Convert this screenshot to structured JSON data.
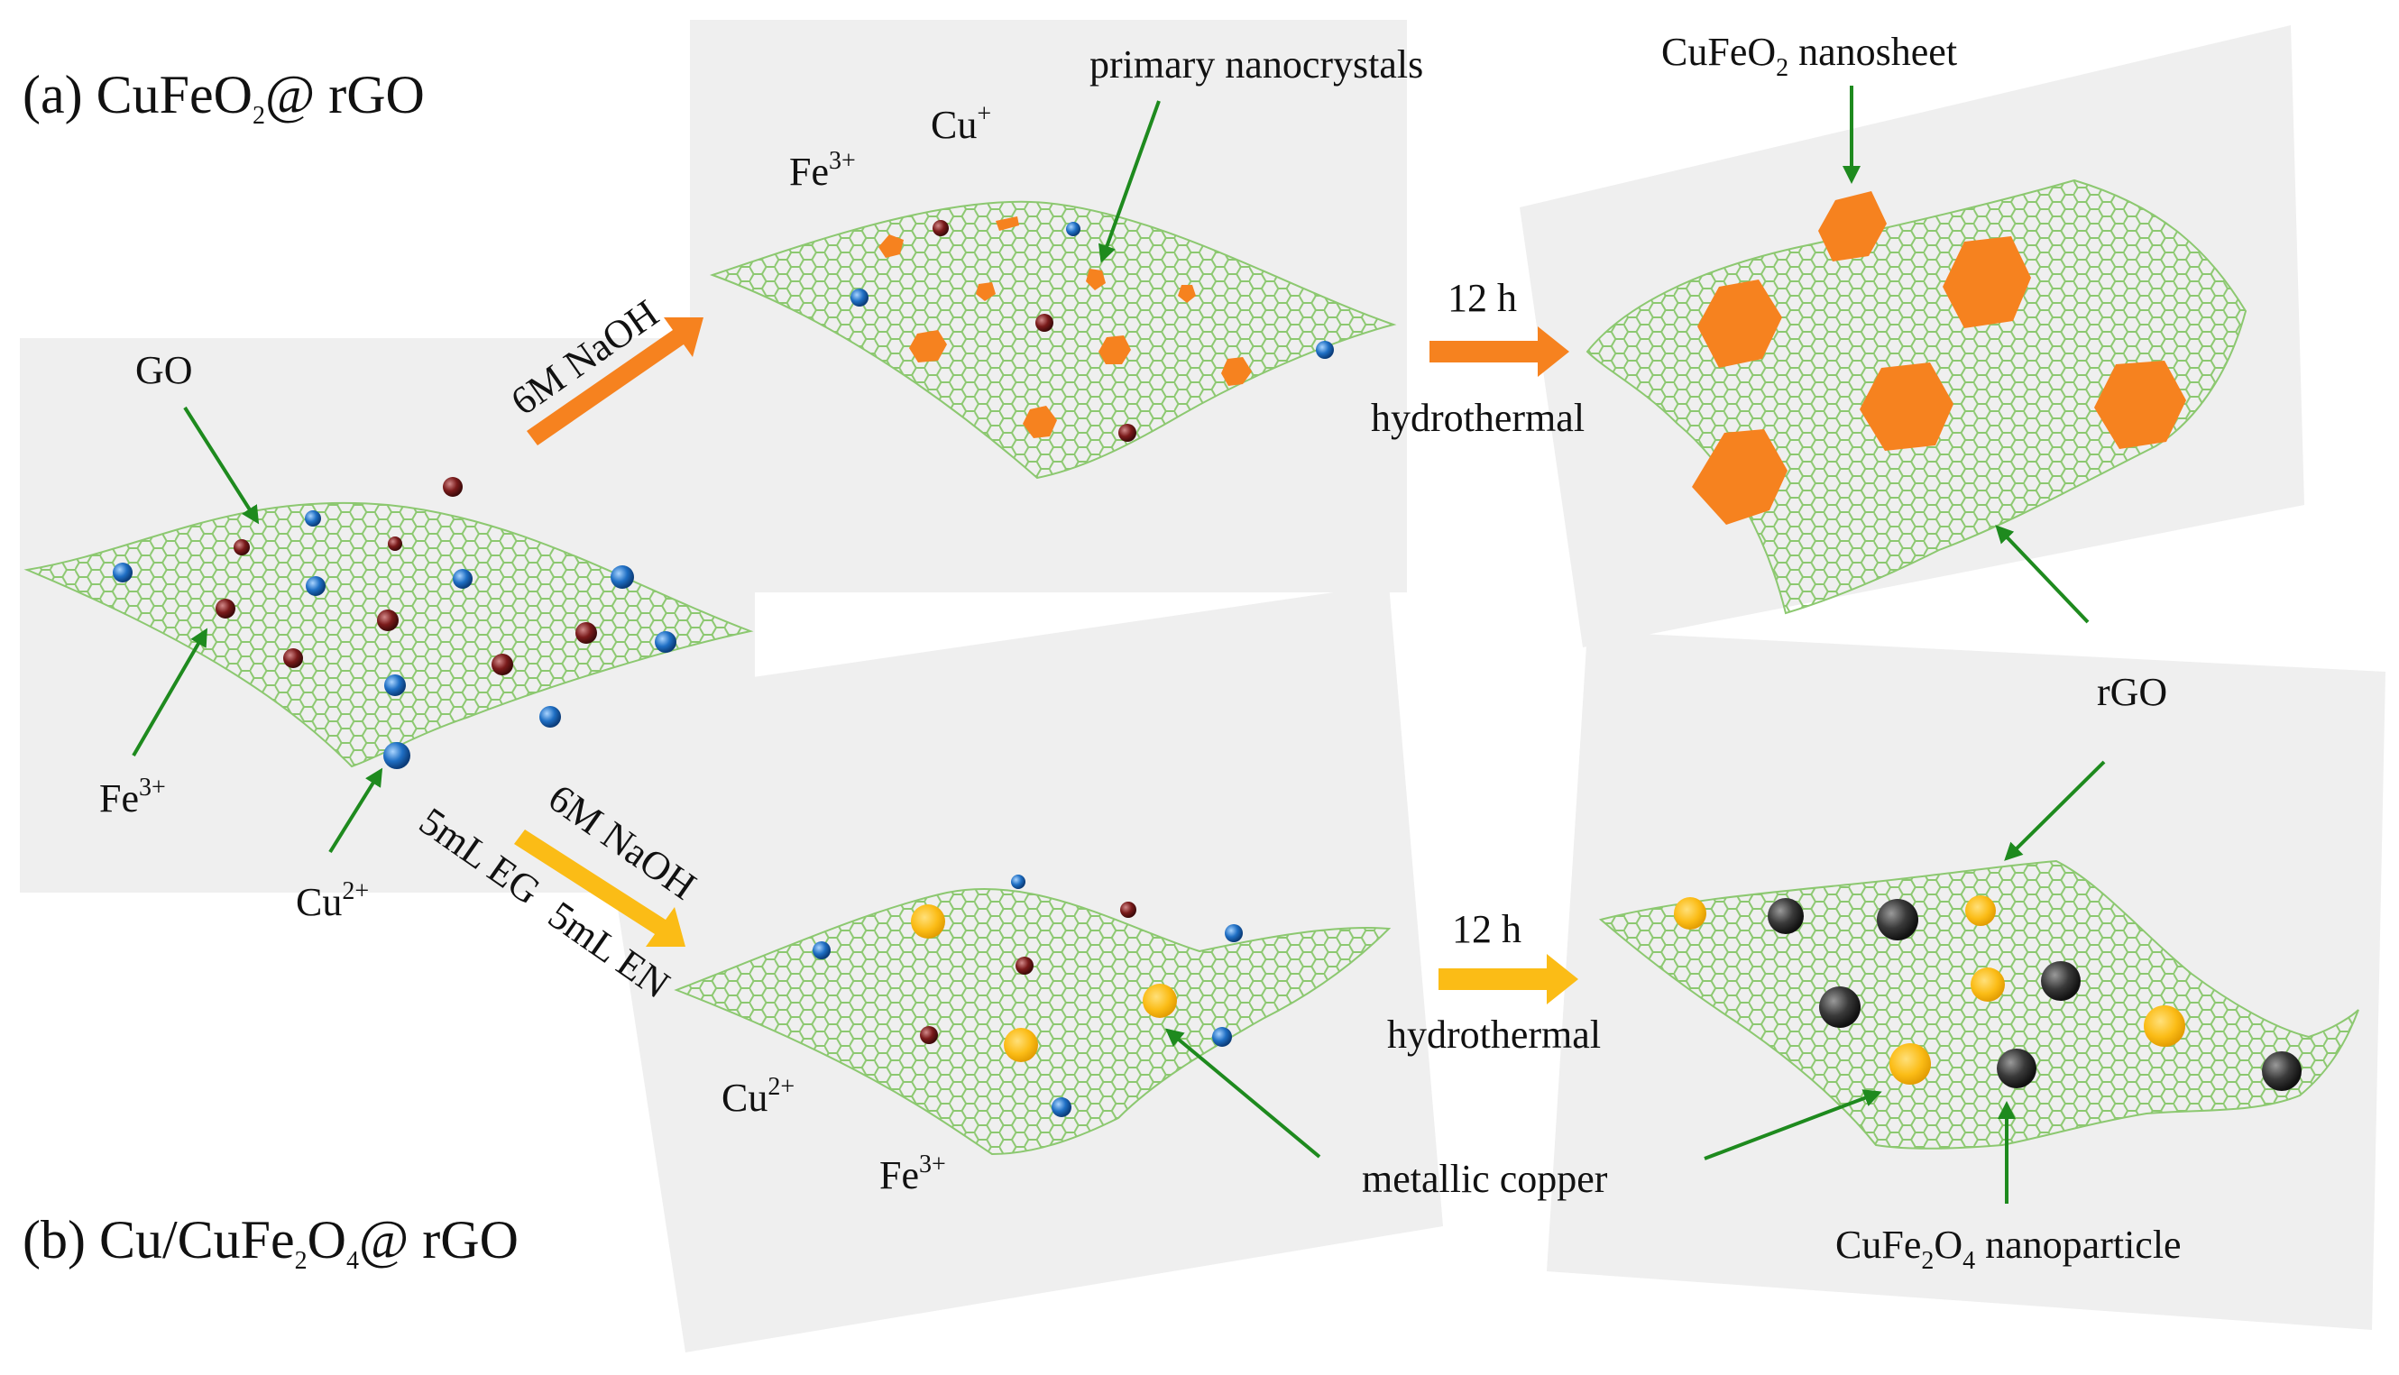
{
  "panel_a": {
    "prefix": "(a) CuFeO",
    "sub": "2",
    "suffix": "@ rGO"
  },
  "panel_b": {
    "p1": "(b) Cu/CuFe",
    "s1": "2",
    "p2": "O",
    "s2": "4",
    "p3": "@ rGO"
  },
  "labels": {
    "go": "GO",
    "fe3_left": {
      "base": "Fe",
      "sup": "3+"
    },
    "cu2_left": {
      "base": "Cu",
      "sup": "2+"
    },
    "fe3_top": {
      "base": "Fe",
      "sup": "3+"
    },
    "cu_plus_top": {
      "base": "Cu",
      "sup": "+"
    },
    "primary_nanocrystals": "primary  nanocrystals",
    "cufeo2_nanosheet": {
      "base": "CuFeO",
      "sub": "2",
      "rest": " nanosheet"
    },
    "rgo": "rGO",
    "cu2_bottom": {
      "base": "Cu",
      "sup": "2+"
    },
    "fe3_bottom": {
      "base": "Fe",
      "sup": "3+"
    },
    "metallic_copper": "metallic copper",
    "cufe2o4_nanoparticle": {
      "p1": "CuFe",
      "s1": "2",
      "p2": "O",
      "s2": "4",
      "p3": " nanoparticle"
    }
  },
  "arrows": {
    "step_a": "6M NaOH",
    "step_b_1": "6M  NaOH",
    "step_b_2": "5mL EG",
    "step_b_3": "5mL EN",
    "time_a": "12 h",
    "method_a": "hydrothermal",
    "time_b": "12 h",
    "method_b": "hydrothermal"
  },
  "colors": {
    "graphene": "#8cc870",
    "green_arrow": "#1e8a1e",
    "orange": "#f6821f",
    "gold": "#fbbc16",
    "fe_sphere": "#7a1b1b",
    "cu_sphere": "#1f6fc4",
    "cufe2o4": "#2e2e2e",
    "panel_bg": "#efefef"
  }
}
